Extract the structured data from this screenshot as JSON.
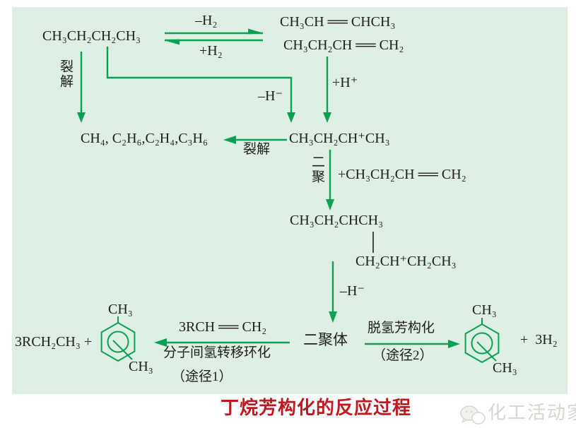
{
  "colors": {
    "panel_bg": "#deefe3",
    "arrow": "#0aa155",
    "ink": "#1e1e1c",
    "title": "#c1181f",
    "watermark": "#d7d7d0"
  },
  "scheme": {
    "butane": "CH₃CH₂CH₂CH₃",
    "minus_h2": "–H₂",
    "plus_h2": "+H₂",
    "butene_2": "CH₃CH ══ CHCH₃",
    "butene_1": "CH₃CH₂CH ══ CH₂",
    "cracking_left_label": "裂解",
    "minus_hydride_1": "–H⁻",
    "plus_proton": "+H⁺",
    "cracking_products": "CH₄, C₂H₆,C₂H₄,C₃H₆",
    "cracking_mid_label": "裂解",
    "sec_butyl_cation": "CH₃CH₂CH⁺CH₃",
    "dimerization_label": "二聚",
    "plus_butene": "+CH₃CH₂CH ══ CH₂",
    "dimer_cation_top": "CH₃CH₂CHCH₃",
    "dimer_cation_bottom": "CH₂CH⁺CH₂CH₃",
    "minus_hydride_2": "–H⁻",
    "dimer_word": "二聚体",
    "dehydroaromatization": "脱氢芳构化",
    "path2": "（途径2）",
    "plus_3h2": "+  3H₂",
    "methyl": "CH₃",
    "alkane_product": "3RCH₂CH₃ +",
    "alkene_reactant": "3RCH ══ CH₂",
    "hydrogen_transfer": "分子间氢转移环化",
    "path1": "（途径1）"
  },
  "footer": {
    "title": "丁烷芳构化的反应过程",
    "watermark": "化工活动家"
  }
}
